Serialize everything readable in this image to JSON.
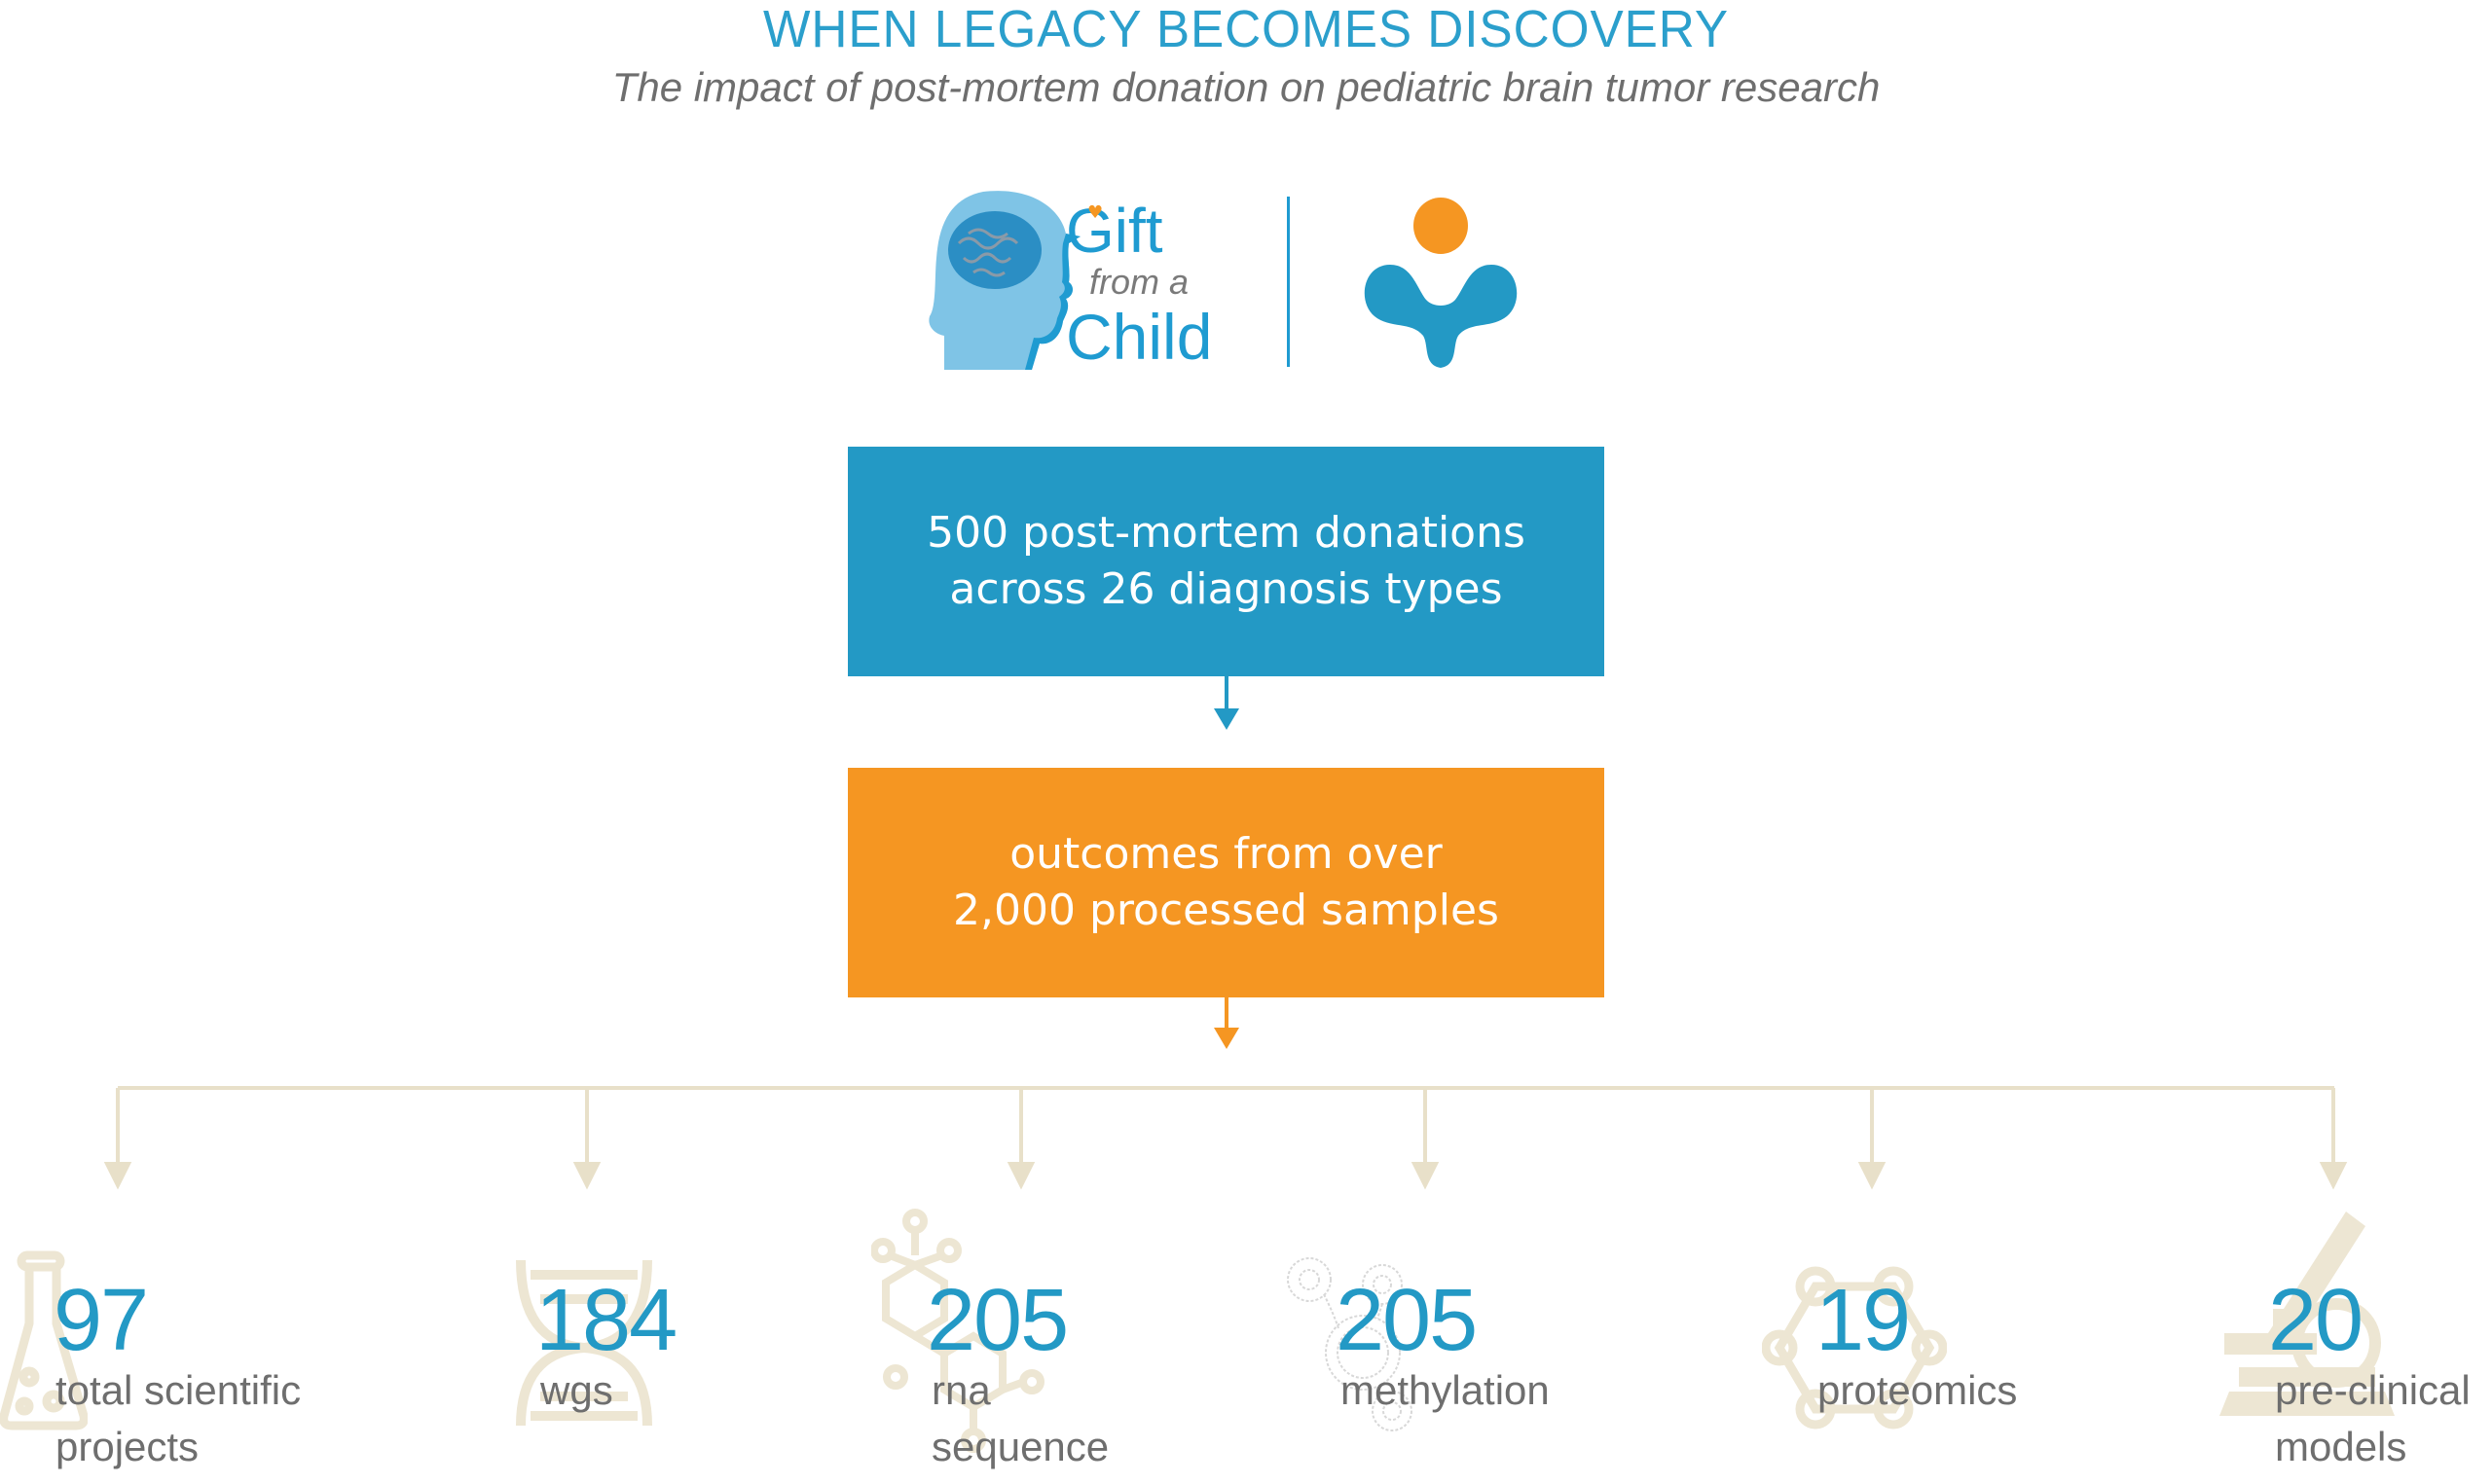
{
  "header": {
    "title": "WHEN LEGACY BECOMES DISCOVERY",
    "subtitle": "The impact of post-mortem donation on pediatric brain tumor research"
  },
  "logos": {
    "left": {
      "name": "Gift from a Child",
      "line1": "Gift",
      "line2": "from a",
      "line3": "Child",
      "icon": "child-head-brain-icon"
    },
    "right": {
      "icon": "figure-molecule-logo-icon"
    }
  },
  "colors": {
    "blue": "#2399c5",
    "orange": "#f59622",
    "beige": "#ede6d3",
    "gray_text": "#6e6e6e"
  },
  "flow": {
    "box1": {
      "line1": "500 post-mortem donations",
      "line2": "across 26 diagnosis types"
    },
    "box2": {
      "line1": "outcomes from over",
      "line2": "2,000 processed samples"
    }
  },
  "stats": [
    {
      "value": "97",
      "label": "total scientific\nprojects",
      "icon": "flask-icon"
    },
    {
      "value": "184",
      "label": "wgs",
      "icon": "dna-icon"
    },
    {
      "value": "205",
      "label": "rna\nsequence",
      "icon": "molecule-icon"
    },
    {
      "value": "205",
      "label": "methylation",
      "icon": "methyl-circles-icon"
    },
    {
      "value": "19",
      "label": "proteomics",
      "icon": "protein-ring-icon"
    },
    {
      "value": "20",
      "label": "pre-clinical\nmodels",
      "icon": "microscope-icon"
    }
  ]
}
